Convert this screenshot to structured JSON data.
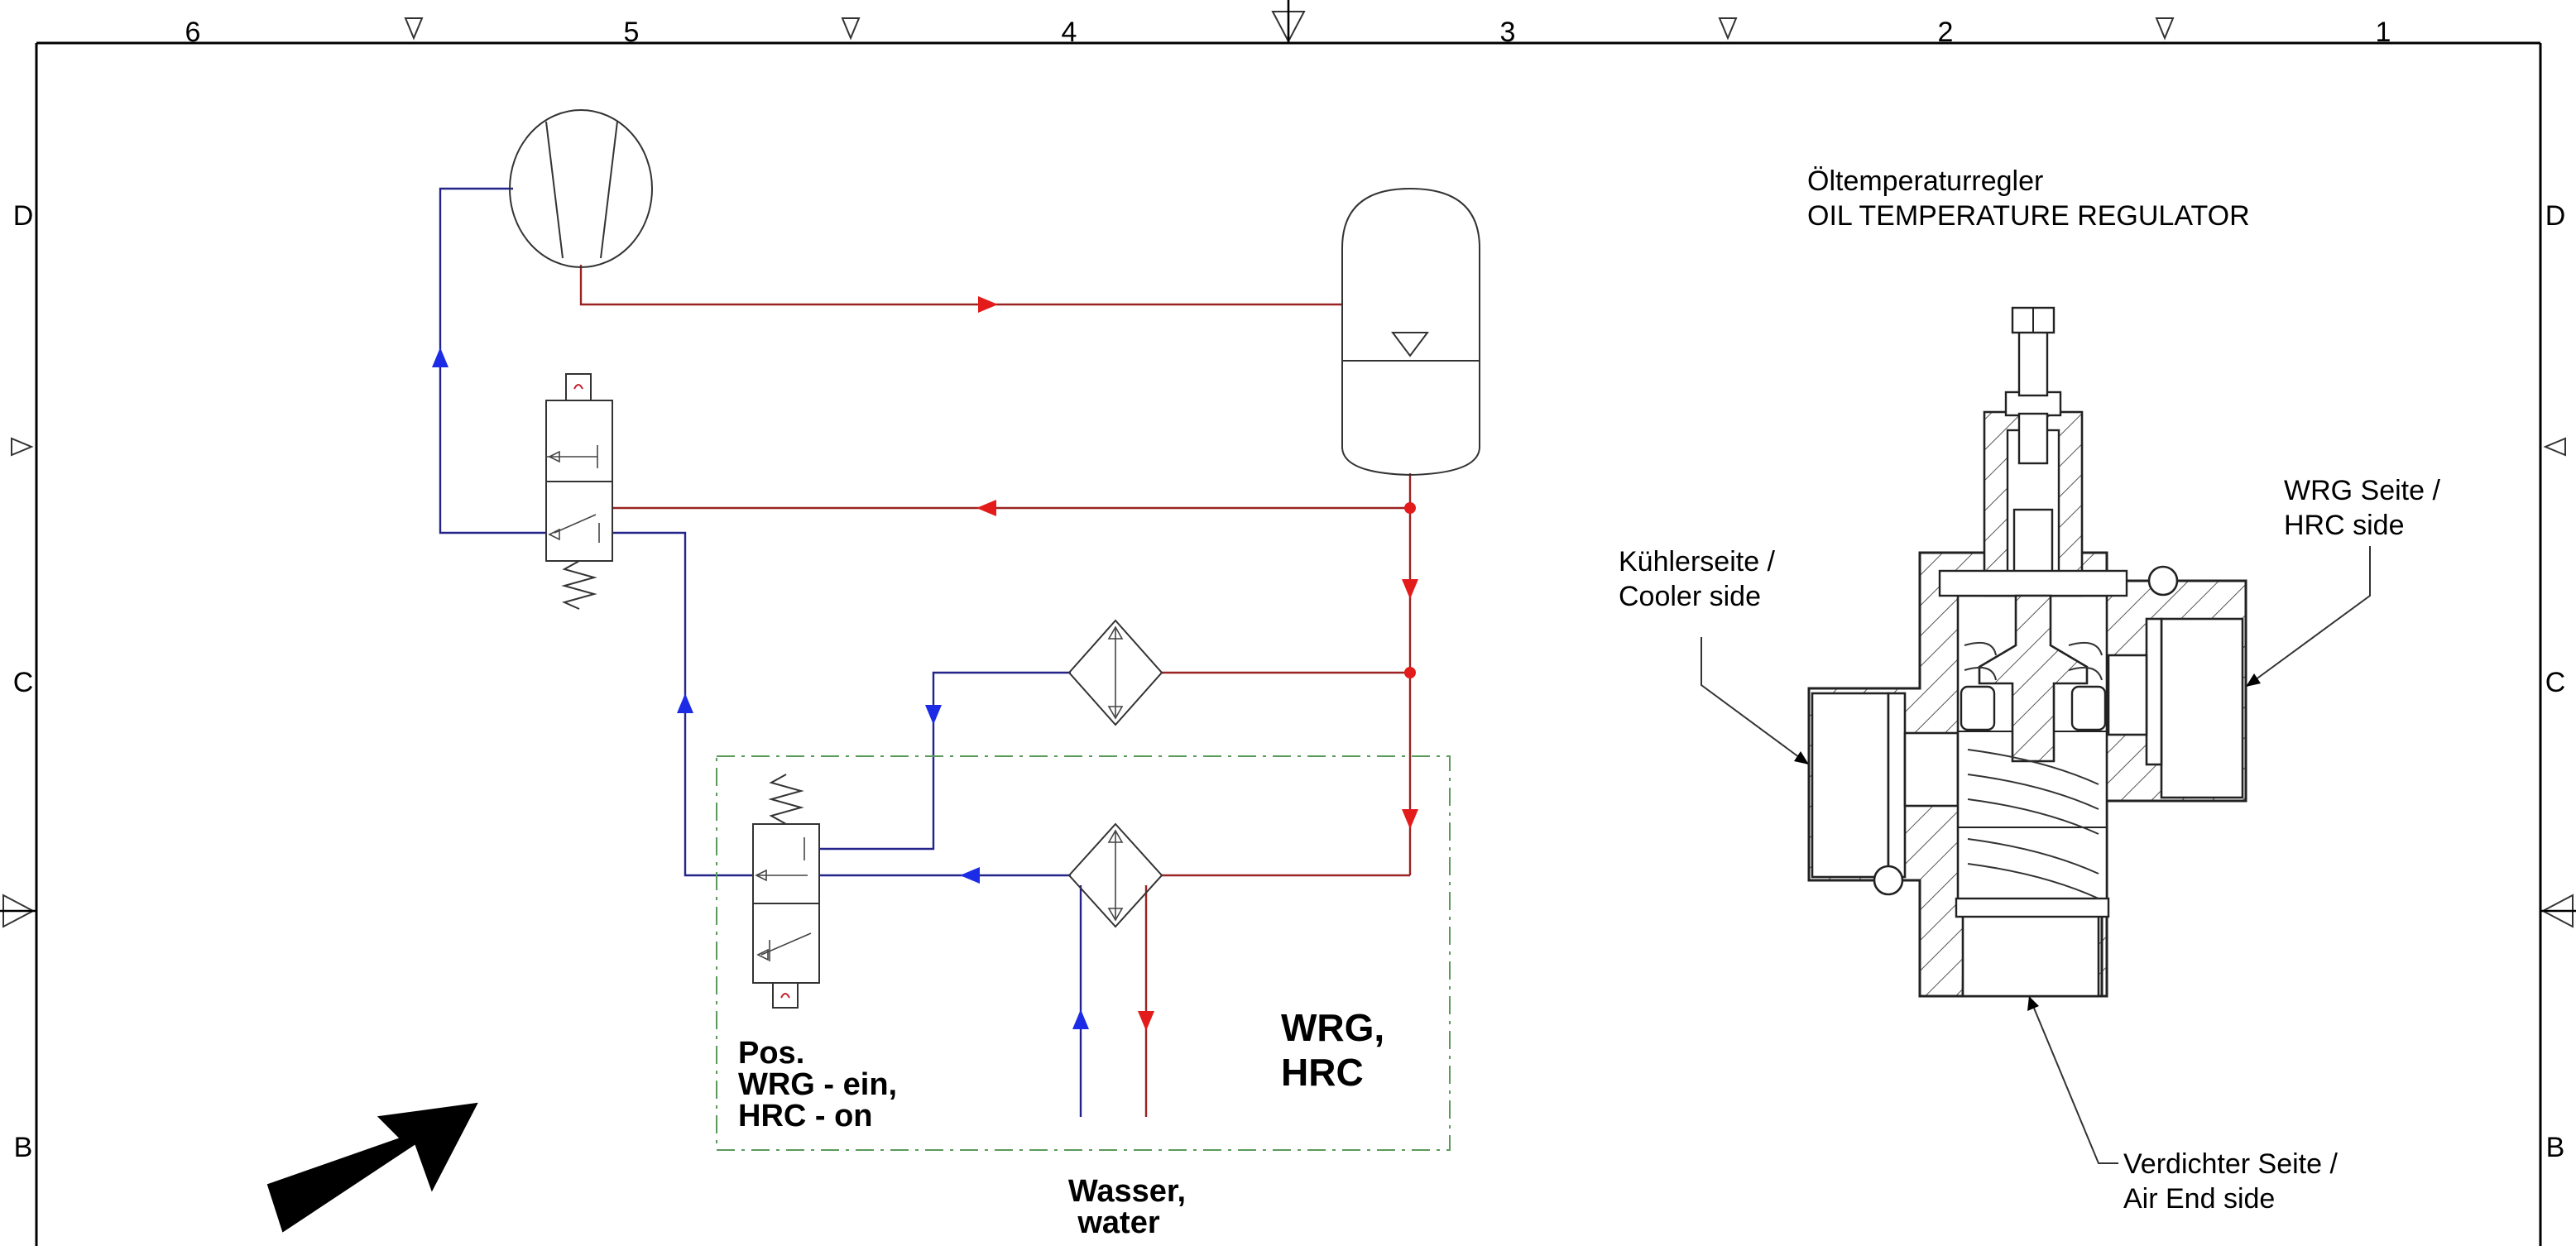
{
  "frame": {
    "columns": [
      "6",
      "5",
      "4",
      "3",
      "2",
      "1"
    ],
    "rows_left": [
      "D",
      "C",
      "B"
    ],
    "rows_right": [
      "D",
      "C",
      "B"
    ]
  },
  "schematic": {
    "position_label": [
      "Pos.",
      "WRG - ein,",
      "HRC - on"
    ],
    "module_label": [
      "WRG,",
      "HRC"
    ],
    "water_label": [
      "Wasser,",
      "water"
    ]
  },
  "valve_section": {
    "title_de": "Öltemperaturregler",
    "title_en": "OIL TEMPERATURE REGULATOR",
    "cooler_side": [
      "Kühlerseite /",
      "Cooler side"
    ],
    "hrc_side": [
      "WRG Seite /",
      "HRC side"
    ],
    "air_end_side": [
      "Verdichter Seite /",
      "Air End side"
    ]
  },
  "colors": {
    "hot_oil": "#9b2323",
    "arrow_red": "#e31b1b",
    "cold_oil": "#23238a",
    "arrow_blue": "#1c2be6",
    "boundary": "#5a9a5a",
    "hatch": "#555555"
  }
}
